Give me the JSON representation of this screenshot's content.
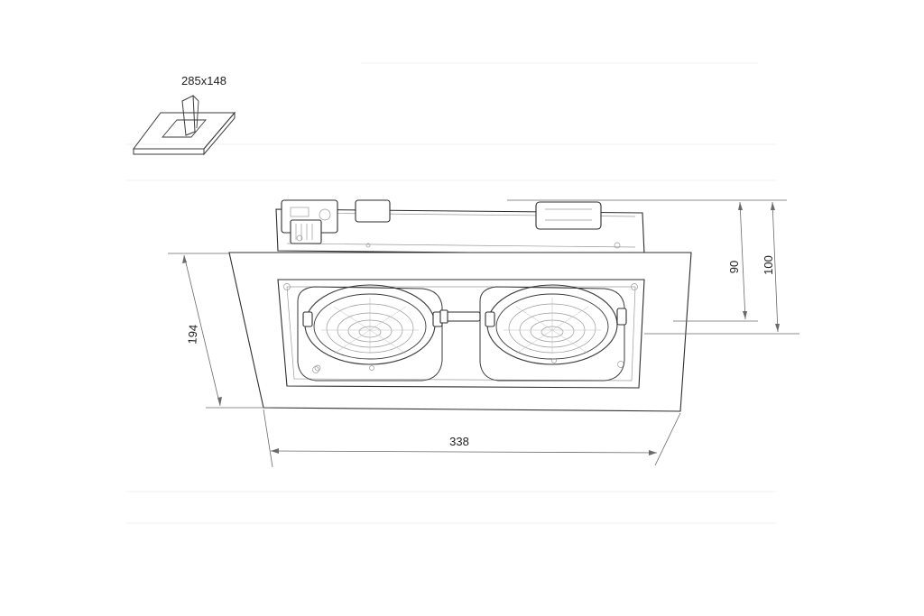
{
  "diagram": {
    "cutout_label": "285x148",
    "dimensions": {
      "width": "338",
      "height": "194",
      "depth_inner": "90",
      "depth_total": "100"
    }
  }
}
